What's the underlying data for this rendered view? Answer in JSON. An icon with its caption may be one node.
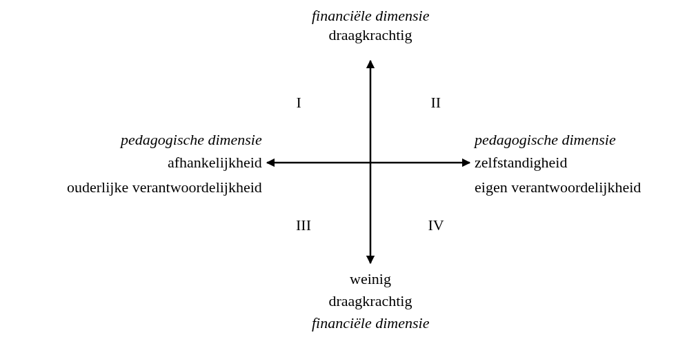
{
  "diagram": {
    "labels": [
      "financiële dimensie",
      "draagkrachtig",
      "I",
      "II",
      "pedagogische dimensie",
      "pedagogische dimensie",
      "afhankelijkheid",
      "zelfstandigheid",
      "ouderlijke verantwoordelijkheid",
      "eigen verantwoordelijkheid",
      "III",
      "IV",
      "weinig",
      "draagkrachtig",
      "financiële dimensie"
    ]
  }
}
